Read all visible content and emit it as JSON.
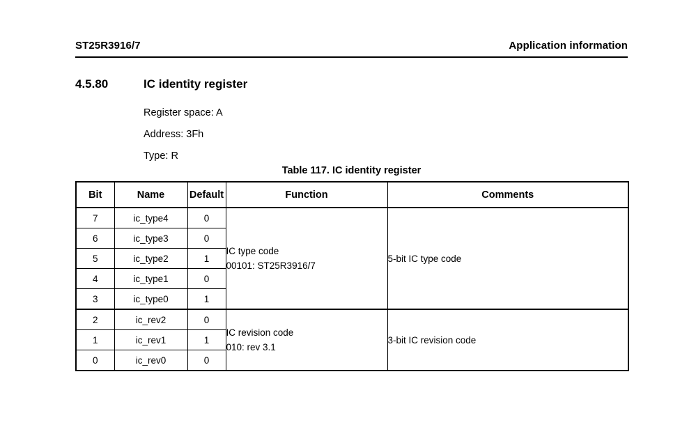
{
  "header": {
    "left": "ST25R3916/7",
    "right": "Application information"
  },
  "section": {
    "number": "4.5.80",
    "title": "IC identity register",
    "meta": [
      "Register space: A",
      "Address: 3Fh",
      "Type: R"
    ]
  },
  "table": {
    "caption": "Table 117. IC identity register",
    "columns": [
      "Bit",
      "Name",
      "Default",
      "Function",
      "Comments"
    ],
    "groups": [
      {
        "function_lines": [
          "IC type code",
          "00101: ST25R3916/7"
        ],
        "comments": "5-bit IC type code",
        "rows": [
          {
            "bit": "7",
            "name": "ic_type4",
            "default": "0"
          },
          {
            "bit": "6",
            "name": "ic_type3",
            "default": "0"
          },
          {
            "bit": "5",
            "name": "ic_type2",
            "default": "1"
          },
          {
            "bit": "4",
            "name": "ic_type1",
            "default": "0"
          },
          {
            "bit": "3",
            "name": "ic_type0",
            "default": "1"
          }
        ]
      },
      {
        "function_lines": [
          "IC revision code",
          "010: rev 3.1"
        ],
        "comments": "3-bit IC revision code",
        "rows": [
          {
            "bit": "2",
            "name": "ic_rev2",
            "default": "0"
          },
          {
            "bit": "1",
            "name": "ic_rev1",
            "default": "1"
          },
          {
            "bit": "0",
            "name": "ic_rev0",
            "default": "0"
          }
        ]
      }
    ]
  },
  "colors": {
    "page_background": "#ffffff",
    "text": "#000000",
    "rule": "#000000"
  }
}
